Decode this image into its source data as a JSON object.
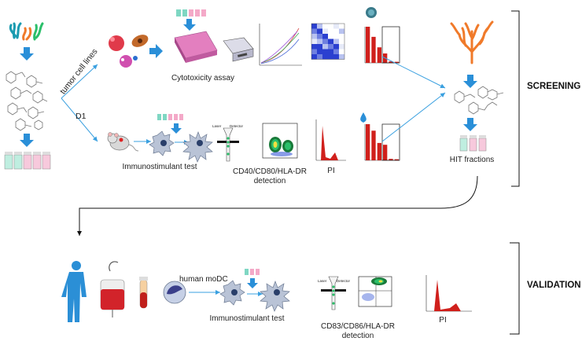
{
  "sections": {
    "screening": "SCREENING",
    "validation": "VALIDATION"
  },
  "labels": {
    "tumor_cell_lines": "tumor cell lines",
    "d1": "D1",
    "cytotoxicity_assay": "Cytotoxicity assay",
    "immunostimulant_test_top": "Immunostimulant test",
    "cd40_line1": "CD40/CD80/HLA-DR",
    "cd40_line2": "detection",
    "pi_top": "PI",
    "hit_fractions": "HIT fractions",
    "human_modc": "human moDC",
    "immunostimulant_test_bottom": "Immunostimulant test",
    "cd83_line1": "CD83/CD86/HLA-DR",
    "cd83_line2": "detection",
    "pi_bottom": "PI"
  },
  "mini_labels": {
    "laser": "Laser",
    "detector": "Detector"
  },
  "colors": {
    "arrow_blue": "#3aa0e0",
    "bar_red": "#d0201c",
    "coral_orange": "#f07a2a",
    "human_blue": "#2b8fd6",
    "blood_red": "#d2232a",
    "heatmap_blue": "#2a3fd0",
    "plate_pink": "#e37fbf"
  },
  "chart_data": [
    {
      "type": "bar",
      "title": "",
      "values": [
        10,
        7.2,
        4.3,
        2.6,
        0.4,
        0.3
      ],
      "highlight_box_from_index": 3
    },
    {
      "type": "bar",
      "title": "",
      "values": [
        10,
        8.2,
        4.8,
        4.3,
        0.4,
        0.3
      ],
      "highlight_box_from_index": 3
    }
  ]
}
